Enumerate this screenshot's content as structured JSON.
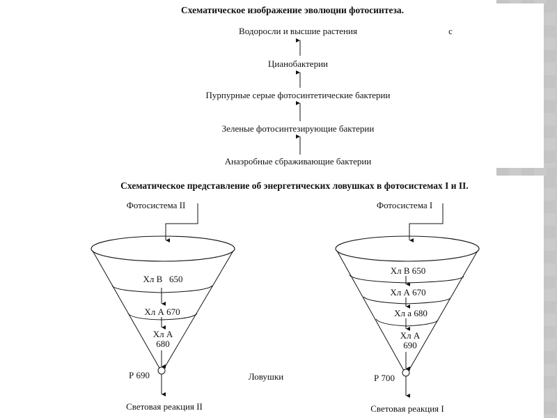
{
  "evolution": {
    "title": "Схематическое изображение эволюции фотосинтеза.",
    "stages": [
      "Водоросли и высшие растения",
      "Цианобактерии",
      "Пурпурные серые фотосинтетические бактерии",
      "Зеленые фотосинтезирующие бактерии",
      "Анаэробные сбраживающие бактерии"
    ],
    "stray_mark": "с"
  },
  "traps": {
    "title": "Схематическое представление об энергетических ловушках в фотосистемах I и II.",
    "center_label": "Ловушки",
    "ps2": {
      "name": "Фотосистема II",
      "levels": [
        "Хл В   650",
        "Хл А 670",
        "Хл А",
        "680"
      ],
      "reaction_center": "Р 690",
      "output": "Световая реакция II"
    },
    "ps1": {
      "name": "Фотосистема I",
      "levels": [
        "Хл В 650",
        "Хл А 670",
        "Хл а 680",
        "Хл А",
        "690"
      ],
      "reaction_center": "Р 700",
      "output": "Световая реакция I"
    }
  }
}
